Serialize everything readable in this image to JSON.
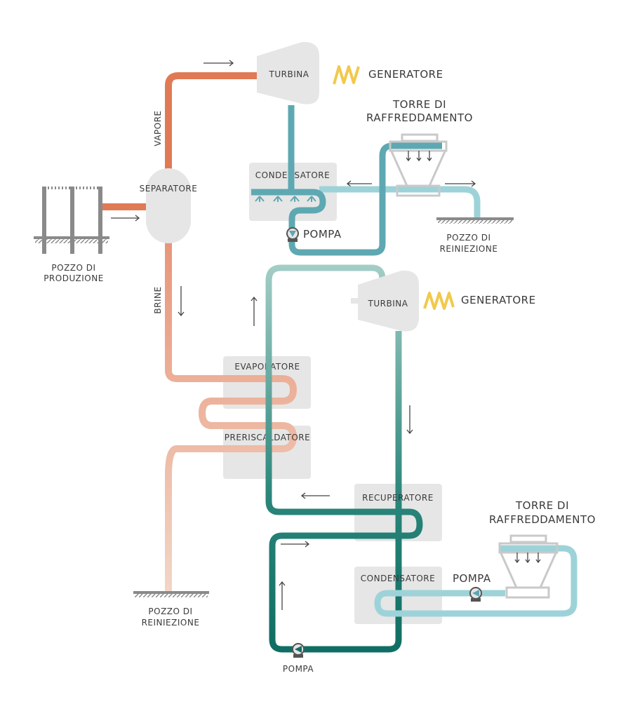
{
  "labels": {
    "turbina_1": "TURBINA",
    "generatore_1": "GENERATORE",
    "torre_1a": "TORRE DI",
    "torre_1b": "RAFFREDDAMENTO",
    "condensatore_1": "CONDENSATORE",
    "pompa_1": "POMPA",
    "separatore": "SEPARATORE",
    "vapore": "VAPORE",
    "brine": "BRINE",
    "produzione_a": "POZZO DI",
    "produzione_b": "PRODUZIONE",
    "reiniezione_1a": "POZZO DI",
    "reiniezione_1b": "REINIEZIONE",
    "turbina_2": "TURBINA",
    "generatore_2": "GENERATORE",
    "evaporatore": "EVAPORATORE",
    "preriscaldatore": "PRERISCALDATORE",
    "recuperatore": "RECUPERATORE",
    "condensatore_2": "CONDENSATORE",
    "torre_2a": "TORRE DI",
    "torre_2b": "RAFFREDDAMENTO",
    "pompa_2": "POMPA",
    "pompa_3": "POMPA",
    "reiniezione_2a": "POZZO DI",
    "reiniezione_2b": "REINIEZIONE"
  },
  "colors": {
    "steam": "#e07a55",
    "brine_start": "#e8967a",
    "brine_end": "#f2d6c6",
    "cooling": "#5ea8b2",
    "cooling_light": "#9dd3d8",
    "binary_hot": "#a3cdc6",
    "binary_cold": "#0f6e64",
    "generator": "#f2c94c",
    "equipment": "#e6e6e6",
    "ground": "#8a8a8a"
  }
}
